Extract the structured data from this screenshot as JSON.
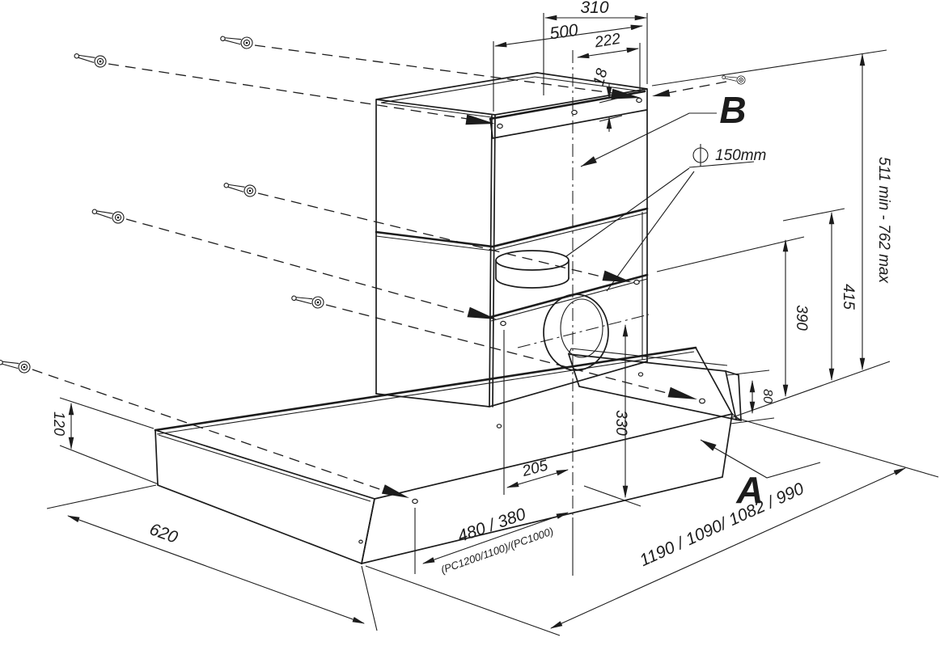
{
  "drawing": {
    "title": "cooker-hood-installation-diagram",
    "ink_color": "#1c1c1c",
    "labels": {
      "section_a": "A",
      "section_b": "B",
      "outlet_diameter": "150mm"
    },
    "dimensions": {
      "top_310": "310",
      "top_500": "500",
      "top_222": "222",
      "rail_18": "18",
      "height_range": "511 min - 762 max",
      "height_415": "415",
      "height_390": "390",
      "upstand_80": "80",
      "front_330": "330",
      "offset_205": "205",
      "mount_480": "480 / 380",
      "mount_note": "(PC1200/1100)/(PC1000)",
      "depth_620": "620",
      "canopy_120": "120",
      "overall_width": "1190 / 1090/ 1082 / 990"
    }
  }
}
